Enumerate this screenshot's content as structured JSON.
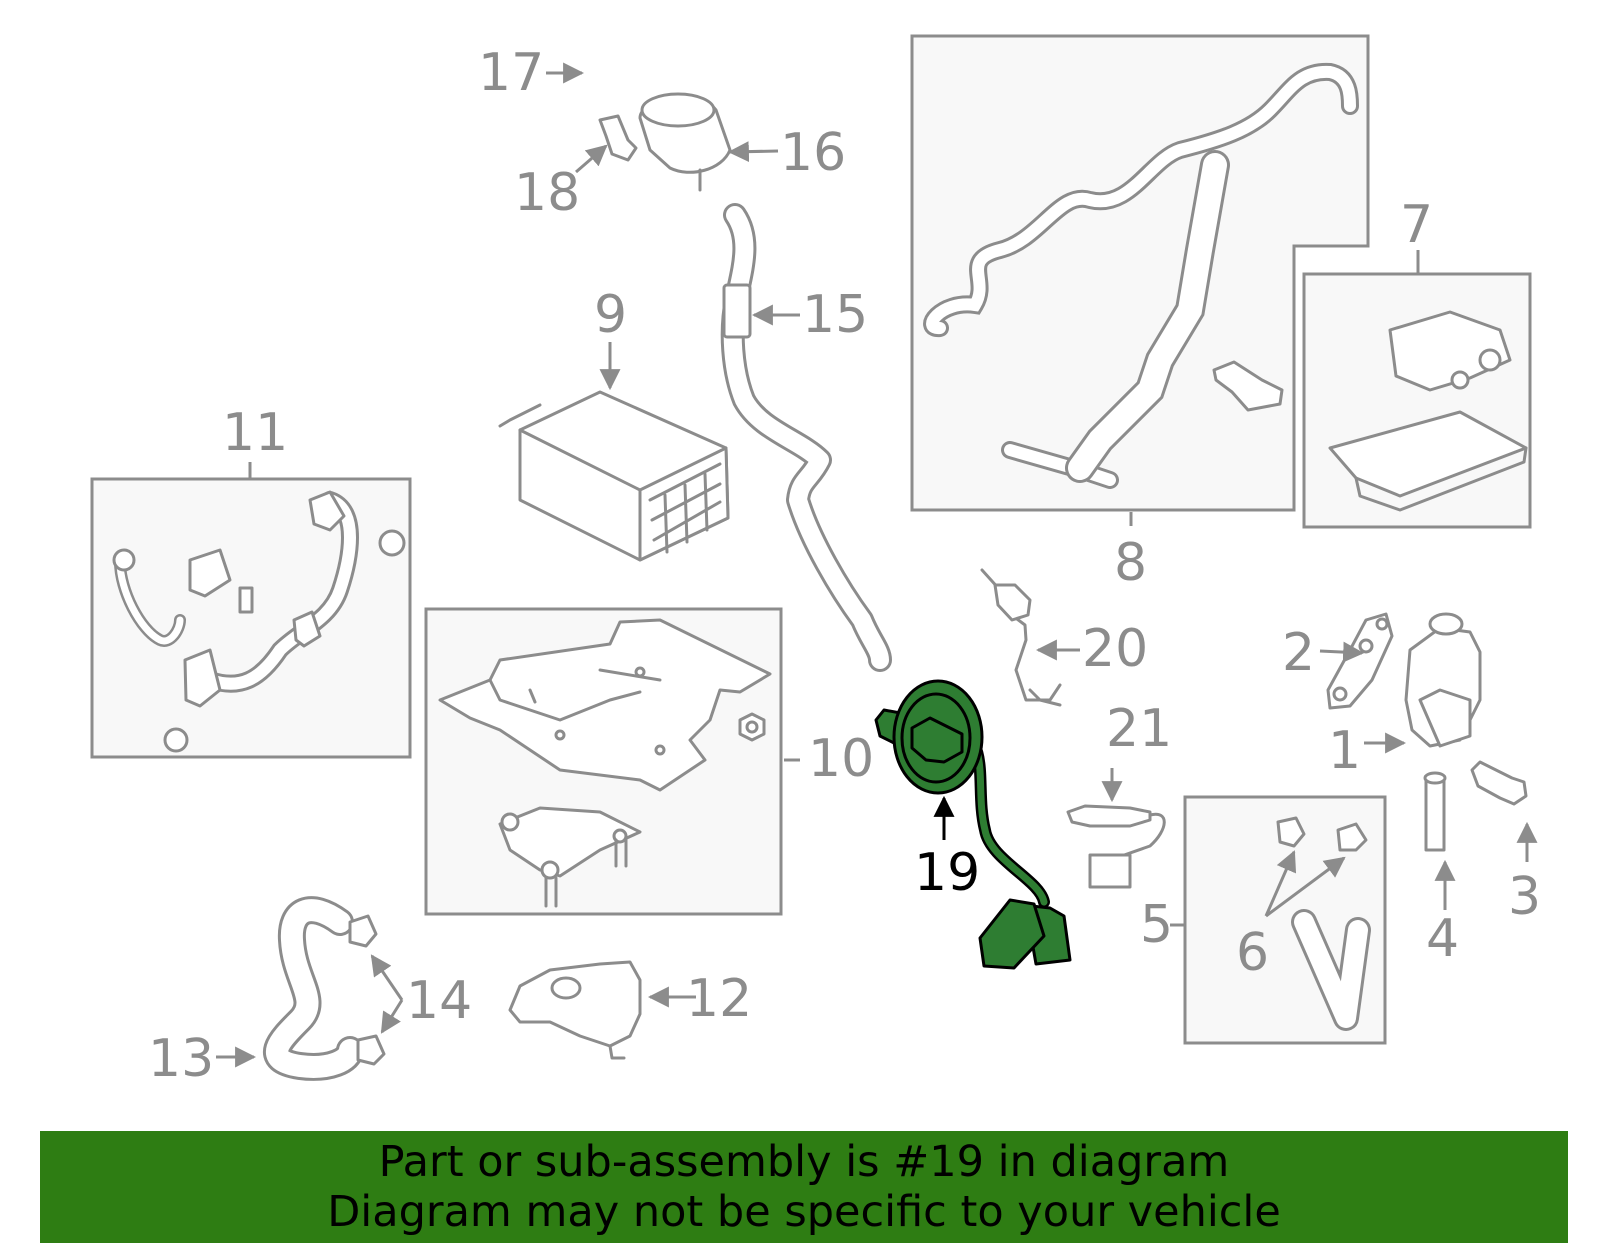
{
  "diagram": {
    "highlighted_part": "19",
    "callouts": [
      "1",
      "2",
      "3",
      "4",
      "5",
      "6",
      "7",
      "8",
      "9",
      "10",
      "11",
      "12",
      "13",
      "14",
      "15",
      "16",
      "17",
      "18",
      "19",
      "20",
      "21"
    ],
    "colors": {
      "highlight": "#2e7d32",
      "banner": "#2e7d13",
      "line": "#8c8c8c"
    }
  },
  "banner": {
    "line1": "Part or sub-assembly is #19 in diagram",
    "line2": "Diagram may not be specific to your vehicle"
  }
}
